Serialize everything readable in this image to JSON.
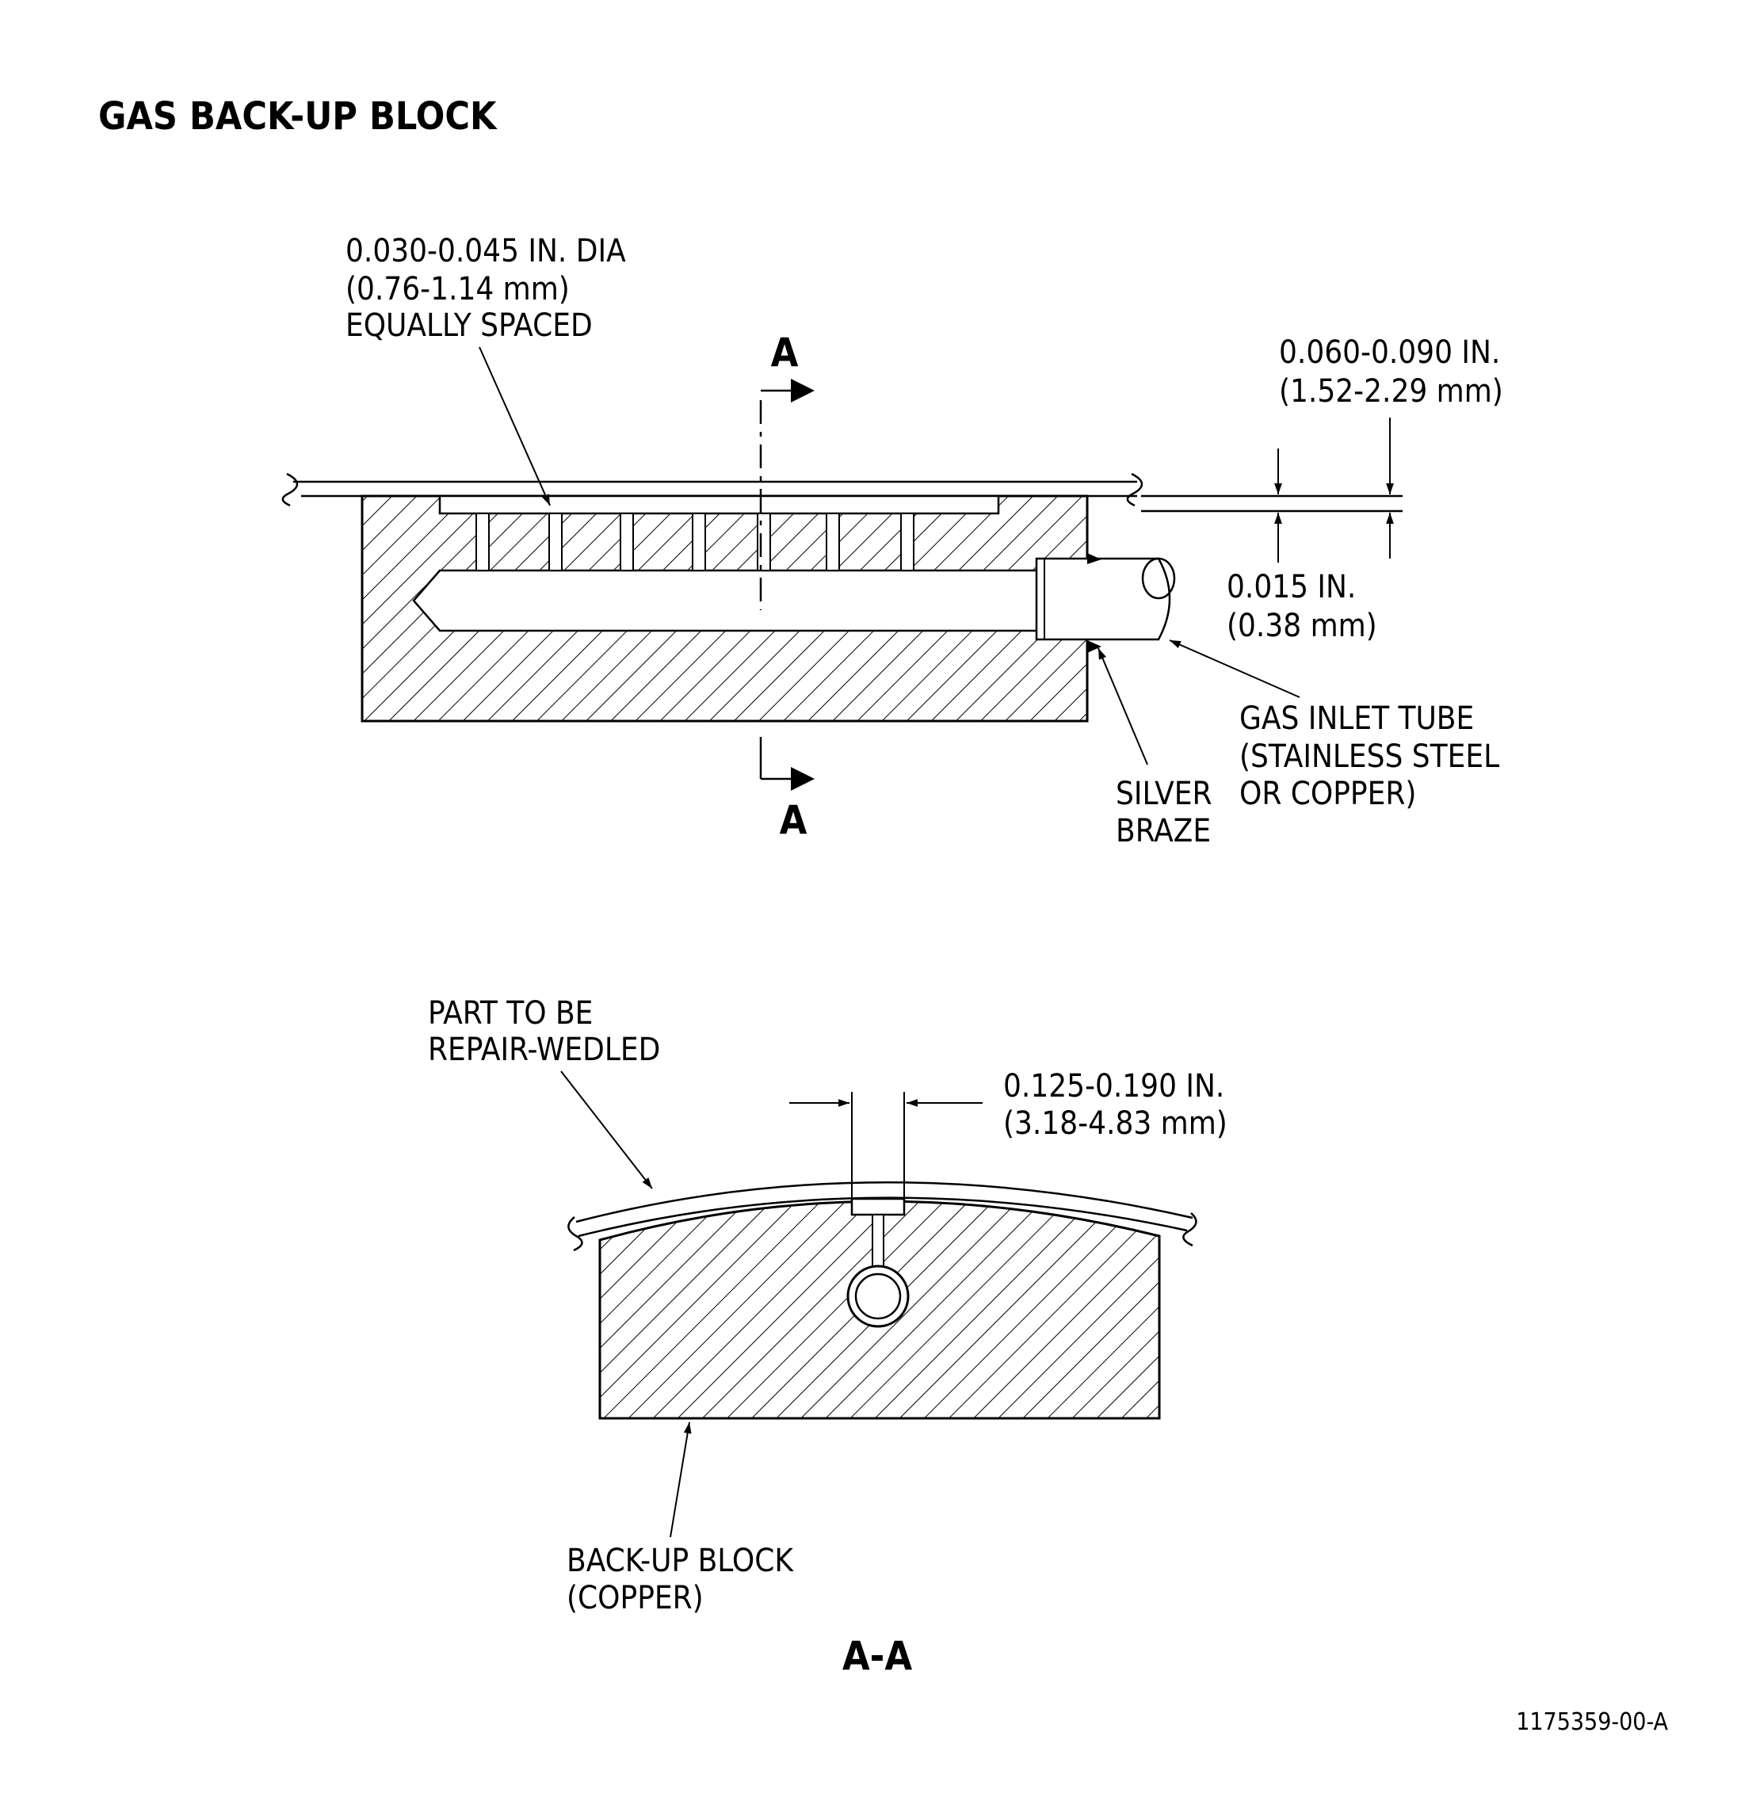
{
  "title": "GAS BACK-UP BLOCK",
  "holes": {
    "line1": "0.030-0.045 IN. DIA",
    "line2": "(0.76-1.14 mm)",
    "line3": "EQUALLY SPACED"
  },
  "section_marker": "A",
  "gap_dim": {
    "line1": "0.060-0.090 IN.",
    "line2": "(1.52-2.29 mm)"
  },
  "sheet_dim": {
    "line1": "0.015 IN.",
    "line2": "(0.38 mm)"
  },
  "inlet_tube": {
    "line1": "GAS INLET TUBE",
    "line2": "(STAINLESS STEEL",
    "line3": "OR COPPER)"
  },
  "braze": {
    "line1": "SILVER",
    "line2": "BRAZE"
  },
  "part": {
    "line1": "PART TO BE",
    "line2": "REPAIR-WEDLED"
  },
  "groove_dim": {
    "line1": "0.125-0.190 IN.",
    "line2": "(3.18-4.83 mm)"
  },
  "block": {
    "line1": "BACK-UP BLOCK",
    "line2": "(COPPER)"
  },
  "section_title": "A-A",
  "doc_number": "1175359-00-A"
}
